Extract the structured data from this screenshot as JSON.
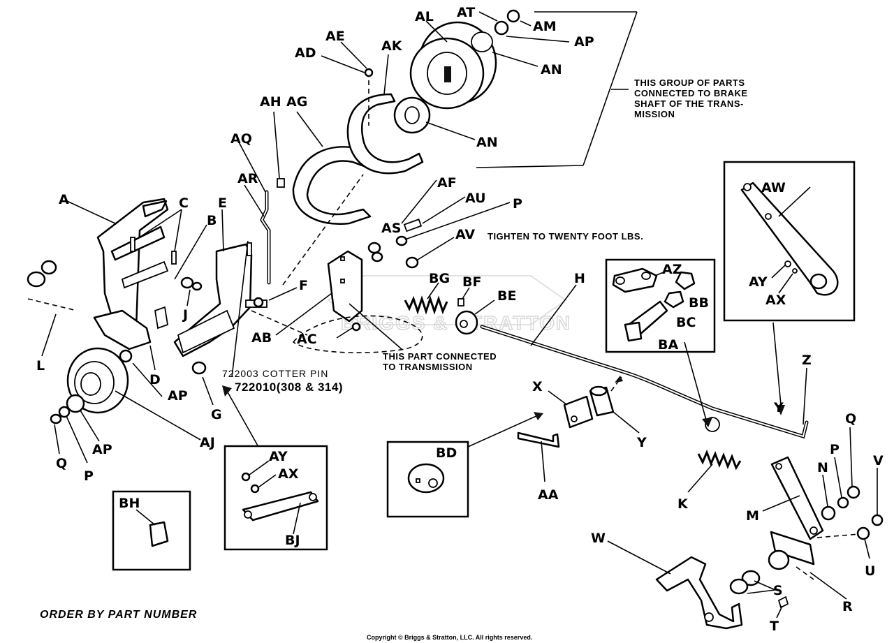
{
  "labels": {
    "A": "A",
    "B": "B",
    "C": "C",
    "D": "D",
    "E": "E",
    "F": "F",
    "G": "G",
    "H": "H",
    "J": "J",
    "K": "K",
    "L": "L",
    "M": "M",
    "N": "N",
    "P": "P",
    "Q": "Q",
    "R": "R",
    "S": "S",
    "T": "T",
    "U": "U",
    "V": "V",
    "W": "W",
    "X": "X",
    "Y": "Y",
    "Z": "Z",
    "AA": "AA",
    "AB": "AB",
    "AC": "AC",
    "AD": "AD",
    "AE": "AE",
    "AF": "AF",
    "AG": "AG",
    "AH": "AH",
    "AJ": "AJ",
    "AK": "AK",
    "AL": "AL",
    "AM": "AM",
    "AN": "AN",
    "AP": "AP",
    "AQ": "AQ",
    "AR": "AR",
    "AS": "AS",
    "AT": "AT",
    "AU": "AU",
    "AV": "AV",
    "AW": "AW",
    "AX": "AX",
    "AY": "AY",
    "AZ": "AZ",
    "BA": "BA",
    "BB": "BB",
    "BC": "BC",
    "BD": "BD",
    "BE": "BE",
    "BF": "BF",
    "BG": "BG",
    "BH": "BH",
    "BJ": "BJ"
  },
  "notes": {
    "brake_group_line1": "THIS GROUP OF PARTS",
    "brake_group_line2": "CONNECTED TO BRAKE",
    "brake_group_line3": "SHAFT OF THE TRANS-",
    "brake_group_line4": "MISSION",
    "torque": "TIGHTEN TO TWENTY FOOT LBS.",
    "transmission_line1": "THIS PART CONNECTED",
    "transmission_line2": "TO TRANSMISSION",
    "cotter_pin": "722003 COTTER PIN",
    "cotter_pin_alt": "722010(308 & 314)",
    "order": "ORDER BY PART NUMBER",
    "watermark": "BRIGGS & STRATTON"
  },
  "footer": {
    "copyright": "Copyright © Briggs & Stratton, LLC. All rights reserved."
  }
}
